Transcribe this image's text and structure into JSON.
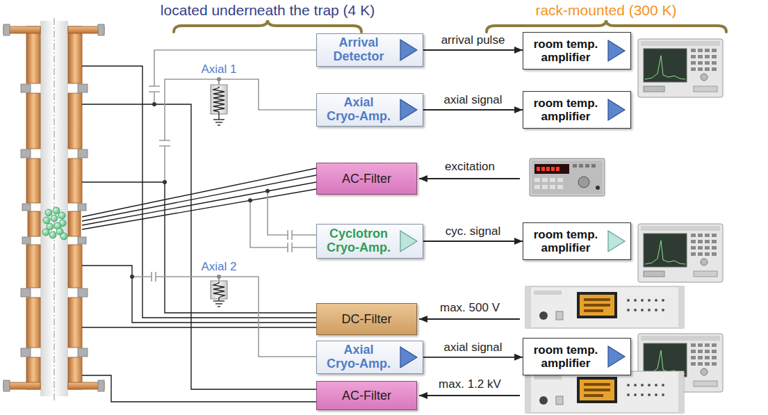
{
  "diagram": {
    "nodes": [
      {
        "text": [
          "Arrival Detector"
        ]
      },
      {
        "text": [
          "room temp. amplifier"
        ]
      },
      {
        "text": [
          "Axial Cryo-Amp."
        ]
      },
      {
        "text": [
          "room temp. amplifier"
        ]
      },
      {
        "text": [
          "AC-Filter"
        ]
      },
      {
        "text": [
          "Cyclotron Cryo-Amp."
        ]
      },
      {
        "text": [
          "room temp. amplifier"
        ]
      },
      {
        "text": [
          "DC-Filter"
        ]
      },
      {
        "text": [
          "Axial Cryo-Amp."
        ]
      },
      {
        "text": [
          "room temp. amplifier"
        ]
      },
      {
        "text": [
          "AC-Filter"
        ]
      }
    ],
    "edges": [
      {
        "from": 0,
        "to": 1,
        "label": "arrival pulse",
        "arrow": "to"
      },
      {
        "from": 2,
        "to": 3,
        "label": "axial signal",
        "arrow": "to"
      },
      {
        "from": 5,
        "to": 6,
        "label": "cyc. signal",
        "arrow": "to"
      },
      {
        "from": 8,
        "to": 9,
        "label": "axial signal",
        "arrow": "to"
      }
    ],
    "labels": [
      "located underneath the trap (4 K)",
      "rack-mounted (300 K)",
      "Axial 1",
      "excitation",
      "max. 500 V",
      "Axial 2",
      "max. 1.2 kV"
    ]
  }
}
